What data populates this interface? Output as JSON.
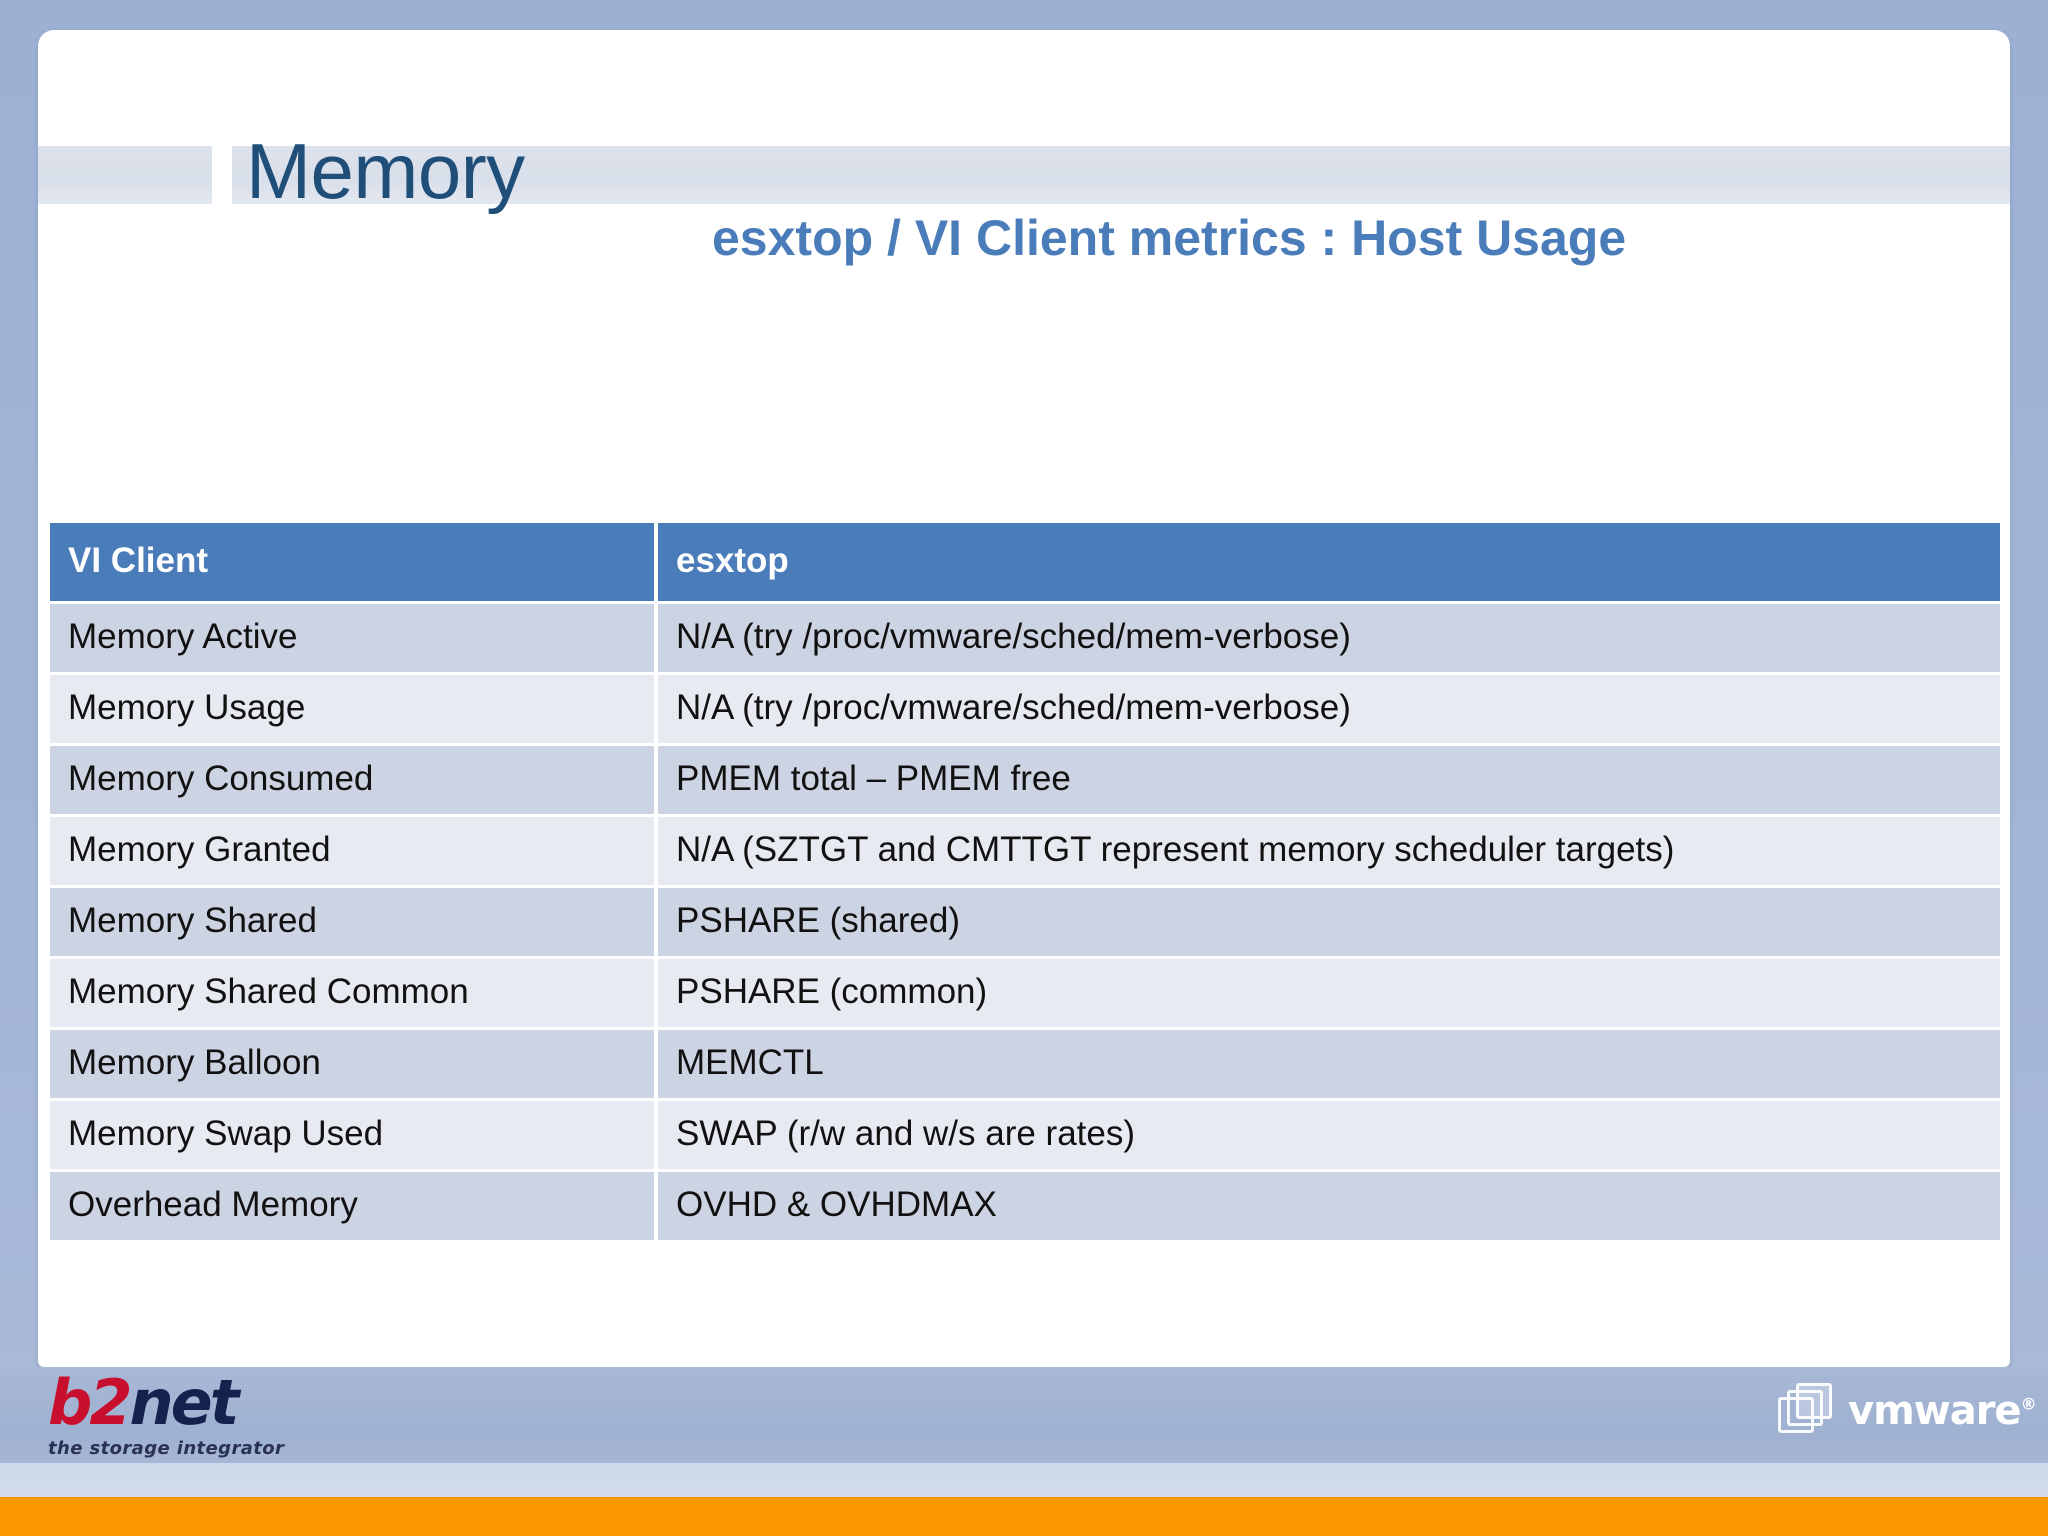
{
  "slide": {
    "title": "Memory",
    "subtitle": "esxtop / VI Client metrics : Host Usage"
  },
  "table": {
    "headers": {
      "client": "VI Client",
      "esxtop": "esxtop"
    },
    "rows": [
      {
        "client": "Memory Active",
        "esxtop": "N/A (try /proc/vmware/sched/mem-verbose)"
      },
      {
        "client": "Memory Usage",
        "esxtop": "N/A (try /proc/vmware/sched/mem-verbose)"
      },
      {
        "client": "Memory Consumed",
        "esxtop": "PMEM total – PMEM free"
      },
      {
        "client": "Memory Granted",
        "esxtop": "N/A (SZTGT and CMTTGT represent memory scheduler targets)"
      },
      {
        "client": "Memory Shared",
        "esxtop": "PSHARE (shared)"
      },
      {
        "client": "Memory Shared Common",
        "esxtop": "PSHARE (common)"
      },
      {
        "client": "Memory Balloon",
        "esxtop": "MEMCTL"
      },
      {
        "client": "Memory Swap Used",
        "esxtop": "SWAP (r/w and w/s are rates)"
      },
      {
        "client": "Overhead Memory",
        "esxtop": "OVHD & OVHDMAX"
      }
    ]
  },
  "footer": {
    "b2net": {
      "word_primary": "b2",
      "word_secondary": "net",
      "tagline": "the storage integrator"
    },
    "vmware": {
      "text": "vmware",
      "trademark": "®"
    }
  },
  "colors": {
    "slide_background": "#9fb2d4",
    "panel": "#ffffff",
    "title": "#1f4e79",
    "subtitle": "#4a7cba",
    "table_header": "#4a7cba",
    "row_odd": "#ccd3e2",
    "row_even": "#e8eaf2",
    "header_band": "#dde2ec",
    "footer_band": "#9fb1d1",
    "accent_orange": "#fb9800",
    "logo_red": "#c8102e",
    "logo_navy": "#16224e"
  }
}
